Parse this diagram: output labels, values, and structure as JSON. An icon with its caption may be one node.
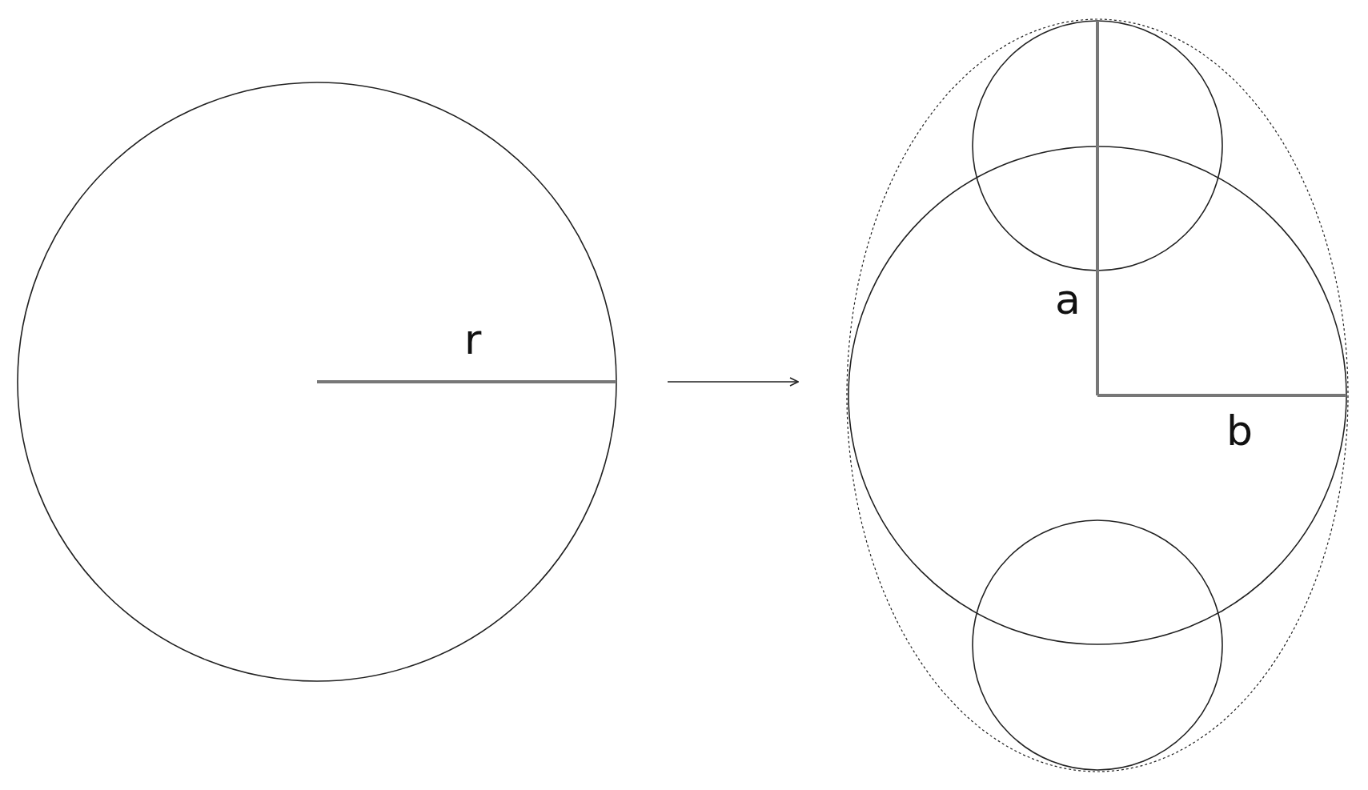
{
  "diagram": {
    "nodes": [
      {
        "text": [],
        "shape": "circle"
      },
      {
        "text": [],
        "shape": "ellipse"
      }
    ],
    "edges": [
      {
        "from": 0,
        "to": 1,
        "arrow": "to"
      }
    ],
    "labels": [
      "r",
      "a",
      "b"
    ]
  }
}
